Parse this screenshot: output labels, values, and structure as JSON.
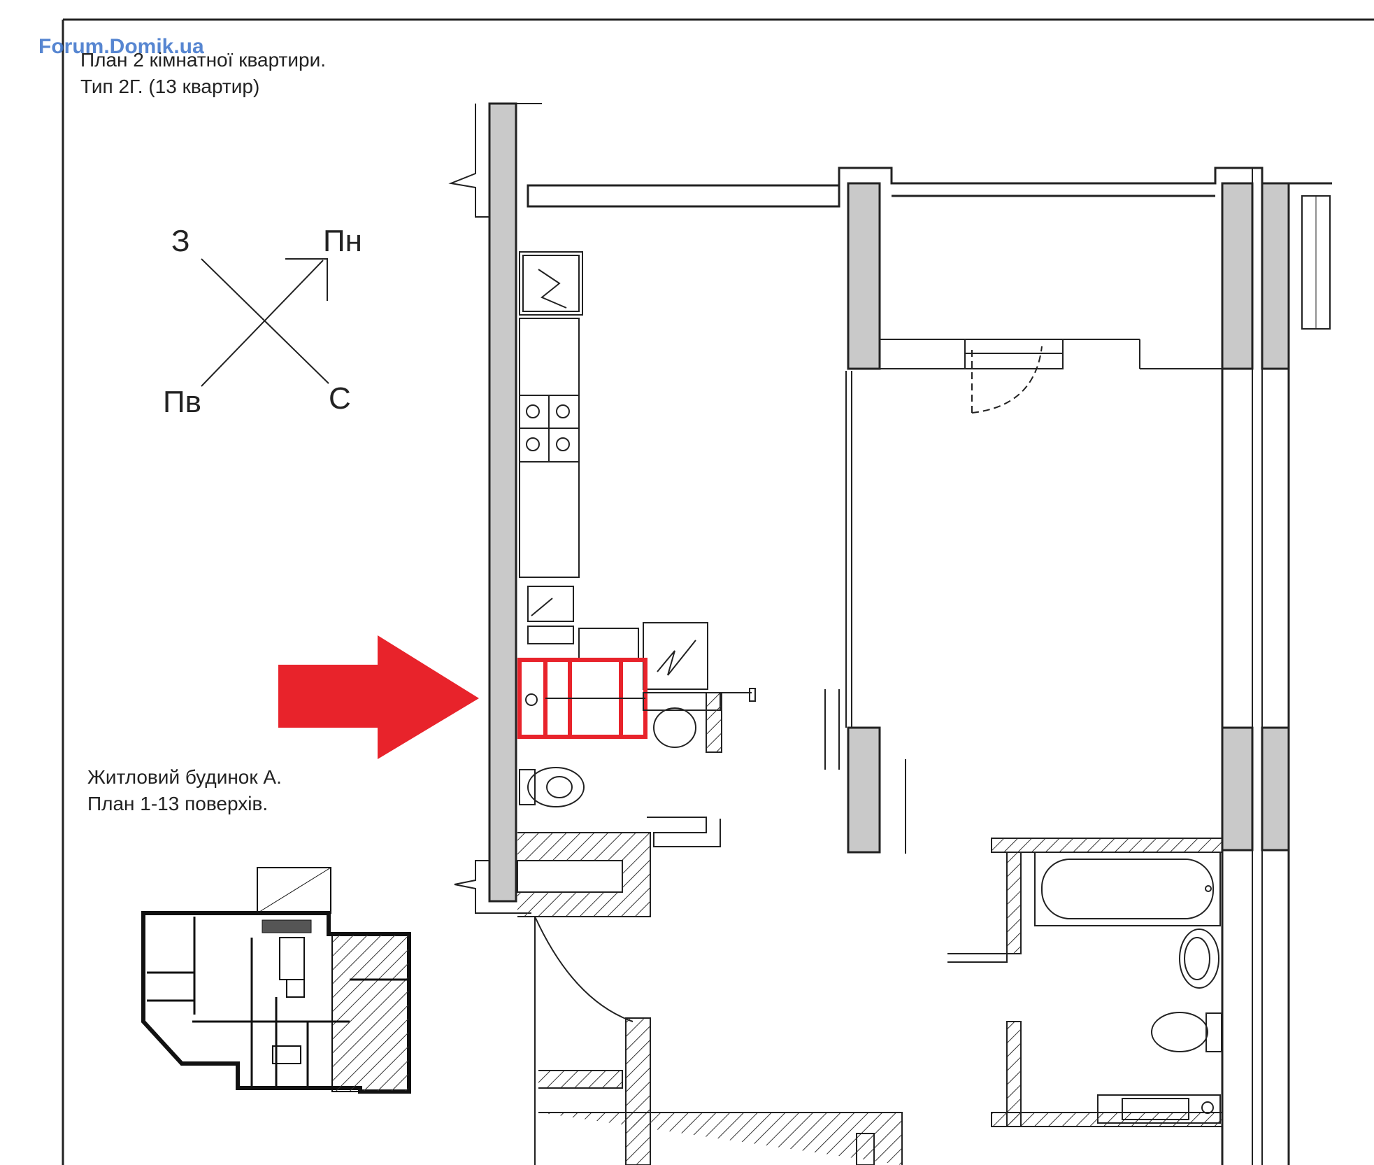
{
  "watermark": "Forum.Domik.ua",
  "plan_title": {
    "line1": "План 2 кімнатної квартири.",
    "line2": "Тип 2Г. (13 квартир)"
  },
  "compass": {
    "north_west": "З",
    "north_east": "Пн",
    "south_west": "Пв",
    "south_east": "С"
  },
  "building_caption": {
    "line1": "Житловий будинок  А.",
    "line2": "План 1-13 поверхів."
  },
  "colors": {
    "wall_fill": "#c9c9c9",
    "line": "#222222",
    "highlight": "#e8232b",
    "hatch": "#333333"
  }
}
